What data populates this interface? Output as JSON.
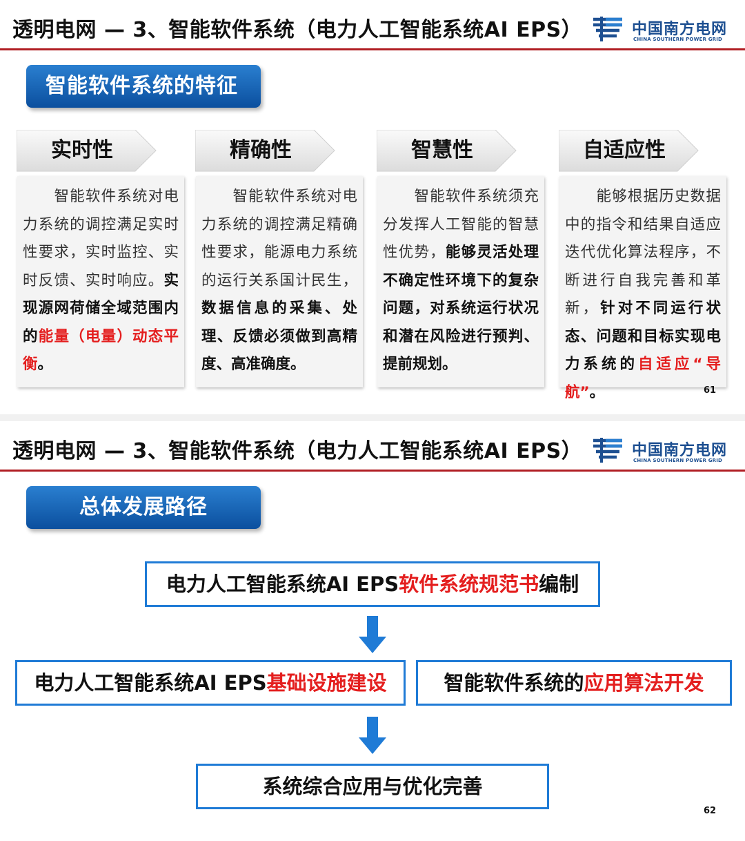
{
  "slides": [
    {
      "header_title": "透明电网 — 3、智能软件系统（电力人工智能系统AI EPS）",
      "logo_cn": "中国南方电网",
      "logo_en": "CHINA SOUTHERN POWER GRID",
      "section": "智能软件系统的特征",
      "columns": [
        {
          "head": "实时性",
          "parts": [
            "　　智能软件系统对电力系统的调控满足实时性要求，实时监控、实时反馈、实时响应。",
            "实现源网荷储全域范围内的",
            "能量（电量）动态平衡",
            "。"
          ]
        },
        {
          "head": "精确性",
          "parts": [
            "　　智能软件系统对电力系统的调控满足精确性要求，能源电力系统的运行关系国计民生，",
            "数据信息的采集、处理、反馈必须做到高精度、高准确度。"
          ]
        },
        {
          "head": "智慧性",
          "parts": [
            "　　智能软件系统须充分发挥人工智能的智慧性优势，",
            "能够灵活处理不确定性环境下的复杂问题，对系统运行状况和潜在风险进行预判、提前规划。"
          ]
        },
        {
          "head": "自适应性",
          "parts": [
            "　　能够根据历史数据中的指令和结果自适应迭代优化算法程序，不断进行自我完善和革新，",
            "针对不同运行状态、问题和目标实现电力系统的",
            "自适应“导航”",
            "。"
          ]
        }
      ],
      "page_number": "61"
    },
    {
      "header_title": "透明电网 — 3、智能软件系统（电力人工智能系统AI EPS）",
      "logo_cn": "中国南方电网",
      "logo_en": "CHINA SOUTHERN POWER GRID",
      "section": "总体发展路径",
      "box1": {
        "a": "电力人工智能系统AI EPS",
        "b": "软件系统规范书",
        "c": "编制"
      },
      "box2": {
        "a": "电力人工智能系统AI EPS",
        "b": "基础设施建设"
      },
      "box3": {
        "a": "智能软件系统的",
        "b": "应用算法开发"
      },
      "box4": "系统综合应用与优化完善",
      "page_number": "62"
    }
  ],
  "colors": {
    "accent_blue": "#1f7bd6",
    "header_line": "#b01e23",
    "highlight_red": "#e41e1e",
    "logo_blue": "#1d4f91"
  }
}
